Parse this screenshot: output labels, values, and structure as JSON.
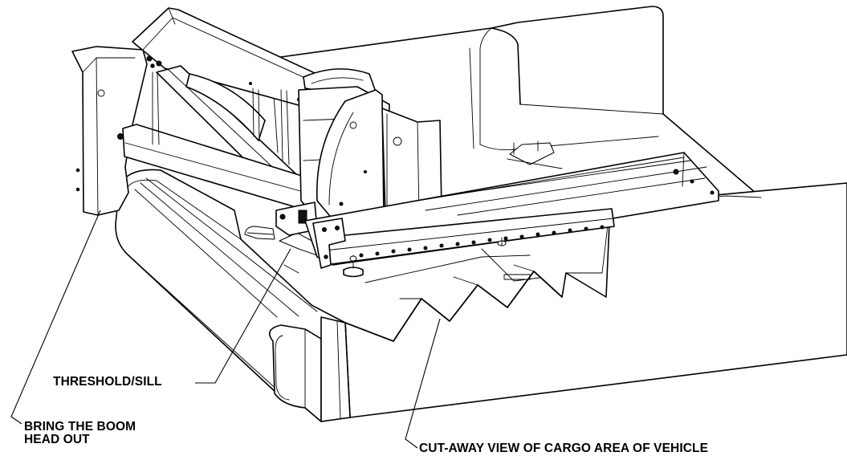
{
  "callouts": {
    "threshold": "THRESHOLD/SILL",
    "boom_line1": "BRING THE BOOM",
    "boom_line2": "HEAD OUT",
    "cutaway": "CUT-AWAY VIEW OF CARGO AREA OF VEHICLE"
  }
}
